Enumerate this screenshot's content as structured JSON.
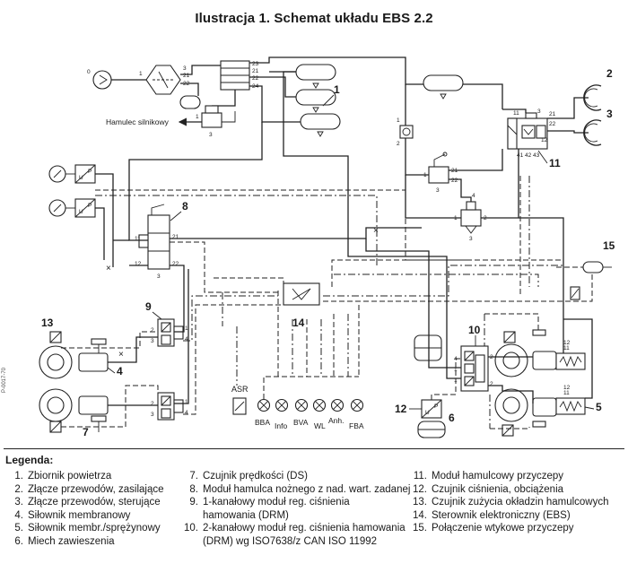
{
  "title": "Ilustracja 1. Schemat układu EBS 2.2",
  "image_code": "P-0017-70",
  "diagram": {
    "hamulec_label": "Hamulec silnikowy",
    "asr_label": "ASR",
    "lamps": [
      "BBA",
      "Info",
      "BVA",
      "WL",
      "Anh.",
      "FBA"
    ],
    "ports": {
      "p0": "0",
      "p1": "1",
      "p2": "2",
      "p3": "3",
      "p4": "4",
      "p11": "11",
      "p12": "12",
      "p21": "21",
      "p22": "22",
      "p23": "23",
      "p24": "24",
      "p41": "41",
      "p42": "42",
      "p43": "43"
    },
    "sensor_letters": {
      "u": "U",
      "p": "P"
    },
    "callouts": [
      "1",
      "2",
      "3",
      "4",
      "5",
      "6",
      "7",
      "8",
      "9",
      "10",
      "11",
      "12",
      "13",
      "14",
      "15"
    ]
  },
  "legend": {
    "title": "Legenda:",
    "columns": [
      [
        {
          "n": "1.",
          "t": "Zbiornik powietrza"
        },
        {
          "n": "2.",
          "t": "Złącze przewodów, zasilające"
        },
        {
          "n": "3.",
          "t": "Złącze przewodów, sterujące"
        },
        {
          "n": "4.",
          "t": "Siłownik membranowy"
        },
        {
          "n": "5.",
          "t": "Siłownik membr./sprężynowy"
        },
        {
          "n": "6.",
          "t": "Miech zawieszenia"
        }
      ],
      [
        {
          "n": "7.",
          "t": "Czujnik prędkości (DS)"
        },
        {
          "n": "8.",
          "t": "Moduł hamulca nożnego z nad. wart. zadanej"
        },
        {
          "n": "9.",
          "t": "1-kanałowy moduł reg. ciśnienia hamowania (DRM)"
        },
        {
          "n": "10.",
          "t": "2-kanałowy moduł reg. ciśnienia hamowania (DRM) wg ISO7638/z CAN ISO 11992"
        }
      ],
      [
        {
          "n": "11.",
          "t": "Moduł hamulcowy przyczepy"
        },
        {
          "n": "12.",
          "t": "Czujnik ciśnienia, obciążenia"
        },
        {
          "n": "13.",
          "t": "Czujnik zużycia okładzin hamulcowych"
        },
        {
          "n": "14.",
          "t": "Sterownik elektroniczny (EBS)"
        },
        {
          "n": "15.",
          "t": "Połączenie wtykowe przyczepy"
        }
      ]
    ]
  }
}
